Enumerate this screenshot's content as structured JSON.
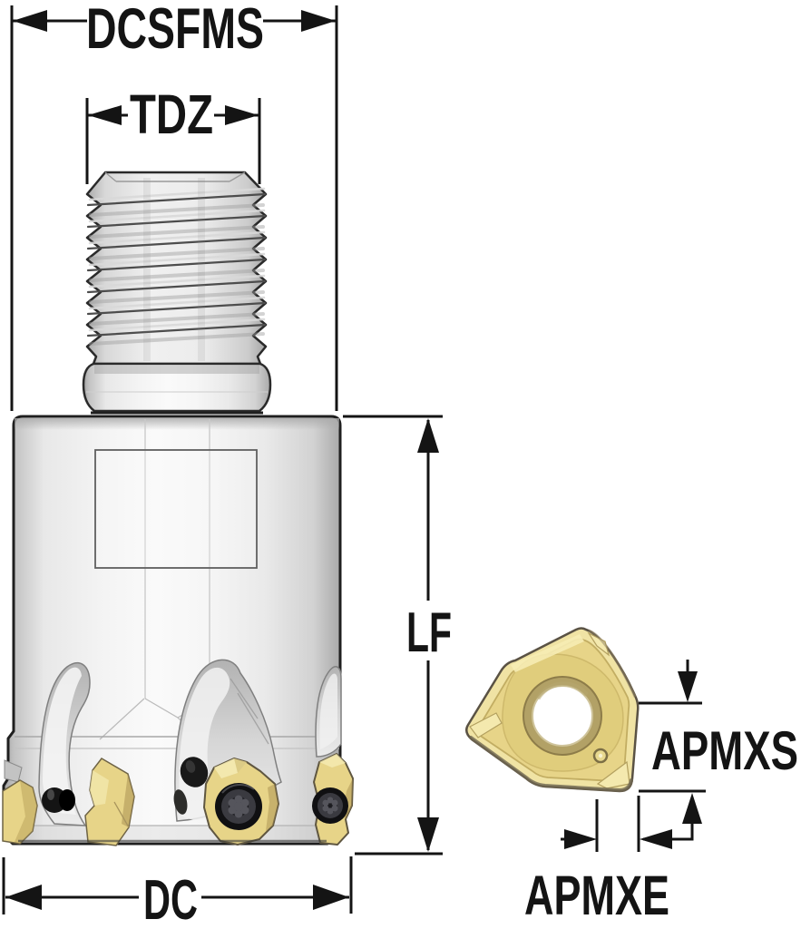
{
  "labels": {
    "dcsfms": "DCSFMS",
    "tdz": "TDZ",
    "lf": "LF",
    "dc": "DC",
    "apmxs": "APMXS",
    "apmxe": "APMXE"
  },
  "colors": {
    "background": "#ffffff",
    "dimension_line": "#141414",
    "outline": "#222222",
    "steel_light": "#fbfbfb",
    "steel_mid": "#d9d9d9",
    "steel_dark": "#a8a8a8",
    "insert_yellow": "#e7d488",
    "insert_yellow_light": "#f0e3a4",
    "insert_yellow_dark": "#b7a35f",
    "hole_ring": "#b2a166",
    "screw_dark": "#101012"
  }
}
